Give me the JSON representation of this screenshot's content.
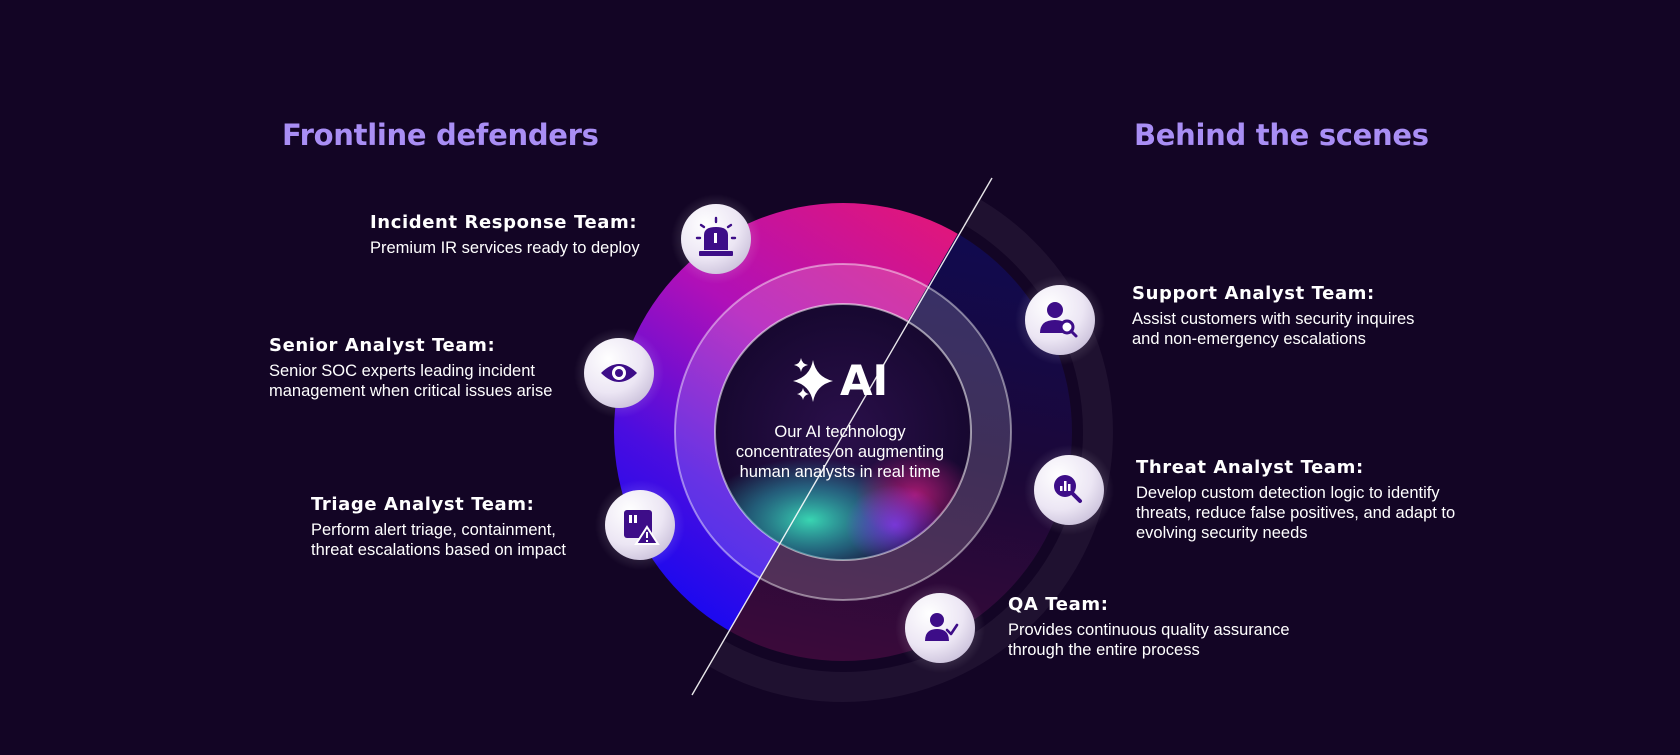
{
  "headings": {
    "left": "Frontline defenders",
    "right": "Behind the scenes"
  },
  "center": {
    "label": "AI",
    "description": "Our AI technology\nconcentrates on augmenting\nhuman analysts in real time"
  },
  "teams": [
    {
      "name": "Incident Response Team:",
      "description": "Premium IR services ready to deploy",
      "icon": "siren-icon"
    },
    {
      "name": "Senior Analyst Team:",
      "description": "Senior SOC experts leading incident\nmanagement  when critical issues arise",
      "icon": "eye-icon"
    },
    {
      "name": "Triage Analyst Team:",
      "description": "Perform alert triage, containment,\nthreat escalations based on impact",
      "icon": "alert-image-icon"
    },
    {
      "name": "Support Analyst Team:",
      "description": "Assist customers with security inquires\nand non-emergency escalations",
      "icon": "user-search-icon"
    },
    {
      "name": "Threat Analyst Team:",
      "description": "Develop custom detection logic to identify\nthreats, reduce false positives, and adapt to\nevolving security needs",
      "icon": "chart-magnifier-icon"
    },
    {
      "name": "QA Team:",
      "description": "Provides continuous quality assurance\nthrough the entire process",
      "icon": "user-check-icon"
    }
  ],
  "colors": {
    "background": "#130525",
    "heading": "#a98ef5",
    "ring_pink": "#e8166f",
    "ring_blue": "#1a0ff0",
    "ring_dark": "#1d0a48",
    "icon": "#3d0d88"
  }
}
